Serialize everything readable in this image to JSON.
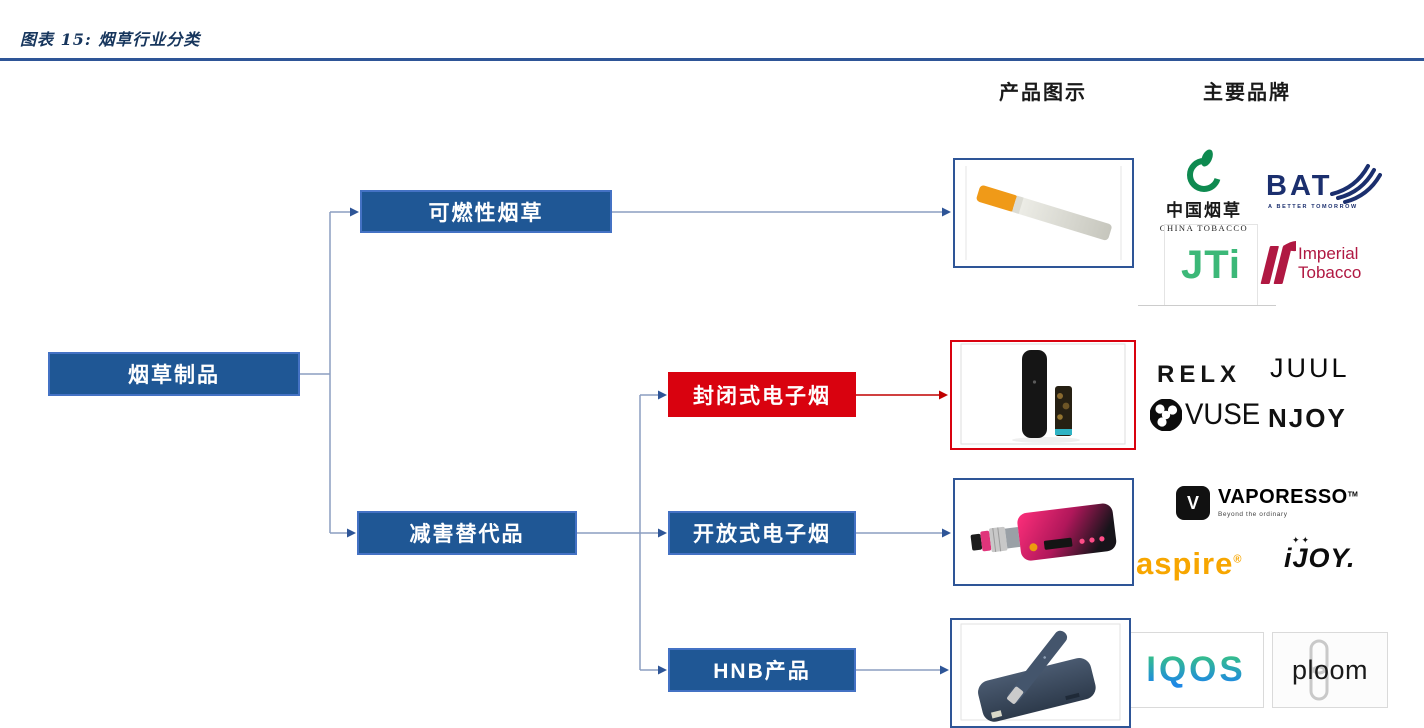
{
  "title": "图表 15: 烟草行业分类",
  "columns": {
    "product_header": "产品图示",
    "brand_header": "主要品牌"
  },
  "nodes": {
    "root": "烟草制品",
    "combustible": "可燃性烟草",
    "substitute": "减害替代品",
    "closed": "封闭式电子烟",
    "open": "开放式电子烟",
    "hnb": "HNB产品"
  },
  "brands": {
    "china_tobacco": {
      "cn": "中国烟草",
      "en": "CHINA TOBACCO"
    },
    "bat": {
      "name": "BAT",
      "tagline": "A BETTER TOMORROW"
    },
    "jti": {
      "name": "JTi"
    },
    "imperial": {
      "line1": "Imperial",
      "line2": "Tobacco"
    },
    "relx": {
      "name": "RELX"
    },
    "juul": {
      "name": "JUUL"
    },
    "vuse": {
      "name": "VUSE"
    },
    "njoy": {
      "name": "NJOY"
    },
    "vaporesso": {
      "v": "V",
      "name": "VAPORESSO",
      "tm": "TM",
      "tagline": "Beyond the ordinary"
    },
    "aspire": {
      "name": "aspire",
      "reg": "®"
    },
    "ijoy": {
      "stars": "✦✦",
      "name": "iJOY."
    },
    "iqos": {
      "name": "IQOS"
    },
    "ploom": {
      "name": "ploom"
    }
  },
  "colors": {
    "node_blue": "#1F5795",
    "node_blue_border": "#4472C4",
    "highlight_red": "#D9020F",
    "title_navy": "#17365D",
    "rule_blue": "#2E5597",
    "connector_gray_blue": "#8B9DC0",
    "arrow_blue": "#2E5597",
    "arrow_red": "#C00000",
    "china_tobacco_green": "#0E8A50",
    "bat_navy": "#1B2F6E",
    "jti_green": "#3CB878",
    "imperial_crimson": "#B01842",
    "aspire_orange": "#F7A600",
    "iqos_gradient_top": "#35BE8B",
    "iqos_gradient_bottom": "#1E88E5"
  }
}
